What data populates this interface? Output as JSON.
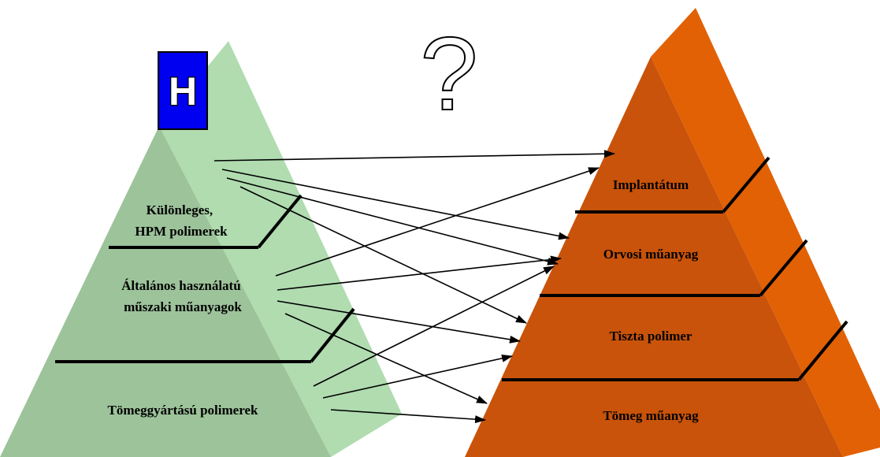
{
  "colors": {
    "left_front": "#9dc39b",
    "left_side": "#b0dcb0",
    "right_front": "#c9530a",
    "right_side": "#e26105",
    "badge_fill": "#0000f0",
    "divider": "#000000",
    "arrow": "#000000"
  },
  "badge": {
    "letter": "H",
    "icon": "hungary-h-badge"
  },
  "question": {
    "symbol": "?",
    "icon": "question-mark-icon"
  },
  "left_pyramid": {
    "levels": [
      {
        "line1": "Különleges,",
        "line2": "HPM polimerek"
      },
      {
        "line1": "Általános használatú",
        "line2": "műszaki műanyagok"
      },
      {
        "line1": "Tömeggyártású polimerek"
      }
    ]
  },
  "right_pyramid": {
    "levels": [
      {
        "label": "Implantátum"
      },
      {
        "label": "Orvosi műanyag"
      },
      {
        "label": "Tiszta polimer"
      },
      {
        "label": "Tömeg műanyag"
      }
    ]
  },
  "arrow_count": 11
}
